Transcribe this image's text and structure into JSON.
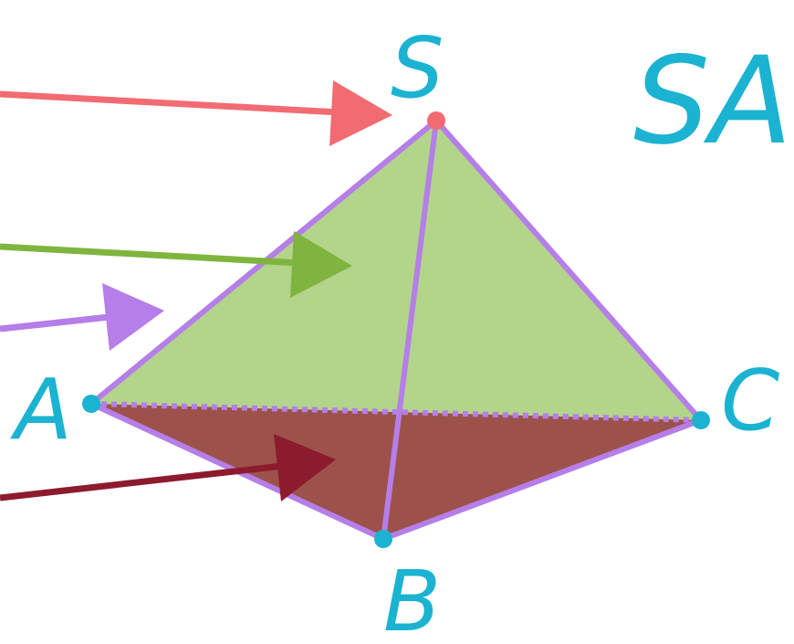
{
  "diagram": {
    "title_fragment": "SAI",
    "vertices": {
      "S": "S",
      "A": "A",
      "B": "B",
      "C": "C"
    },
    "colors": {
      "label": "#1bb3d1",
      "edge": "#b57ee8",
      "face_top": "#b3d48b",
      "face_bottom": "#9c524a",
      "arrow_vertex": "#f26b73",
      "arrow_face": "#7fb53f",
      "arrow_edge": "#b57ee8",
      "arrow_base": "#8c1b2e",
      "vertex_dot_S": "#f26b73",
      "vertex_dot": "#1bb3d1"
    }
  }
}
